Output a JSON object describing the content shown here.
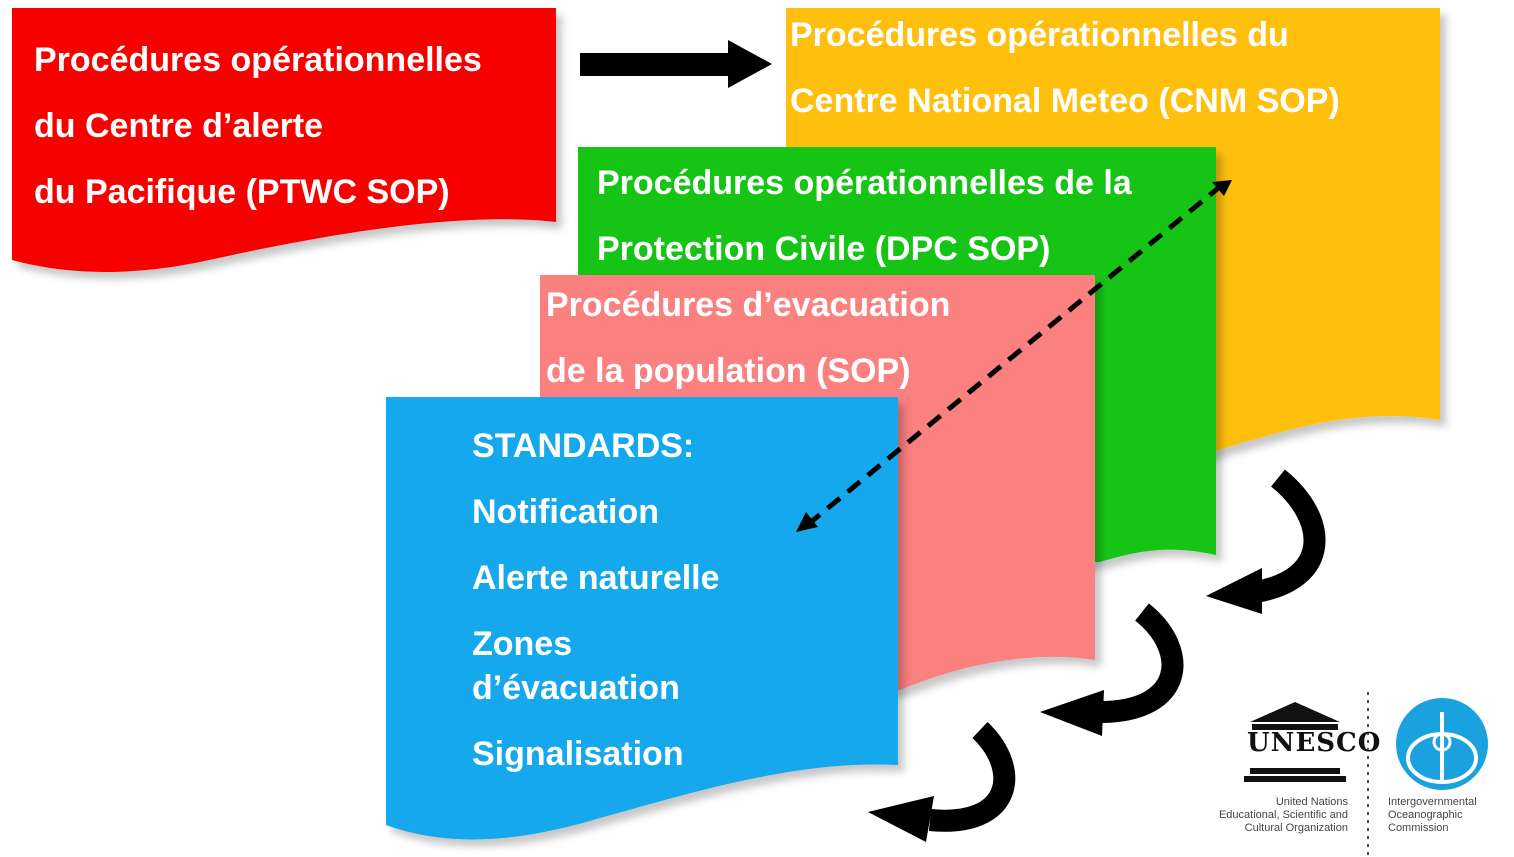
{
  "colors": {
    "ptwc": "#f90000",
    "cnm": "#ffbf10",
    "dpc": "#12c412",
    "evac": "#fb8080",
    "standards": "#12a8ec",
    "arrow": "#000000",
    "ioc_logo": "#1aa2de"
  },
  "documents": {
    "ptwc": {
      "lines": [
        "Procédures opérationnelles",
        "du Centre d’alerte",
        "du Pacifique (PTWC SOP)"
      ]
    },
    "cnm": {
      "lines": [
        "Procédures opérationnelles du",
        "Centre  National Meteo (CNM SOP)"
      ]
    },
    "dpc": {
      "lines": [
        "Procédures opérationnelles de la",
        "Protection Civile (DPC SOP)"
      ]
    },
    "evacuation": {
      "lines": [
        "Procédures d’evacuation",
        "de la population (SOP)"
      ]
    },
    "standards": {
      "heading": "STANDARDS:",
      "items": [
        "Notification",
        "Alerte naturelle",
        "Zones",
        "d’évacuation",
        "Signalisation"
      ]
    }
  },
  "logos": {
    "unesco": {
      "wordmark": "UNESCO",
      "caption": [
        "United Nations",
        "Educational, Scientific and",
        "Cultural Organization"
      ]
    },
    "ioc": {
      "caption": [
        "Intergovernmental",
        "Oceanographic",
        "Commission"
      ]
    }
  }
}
